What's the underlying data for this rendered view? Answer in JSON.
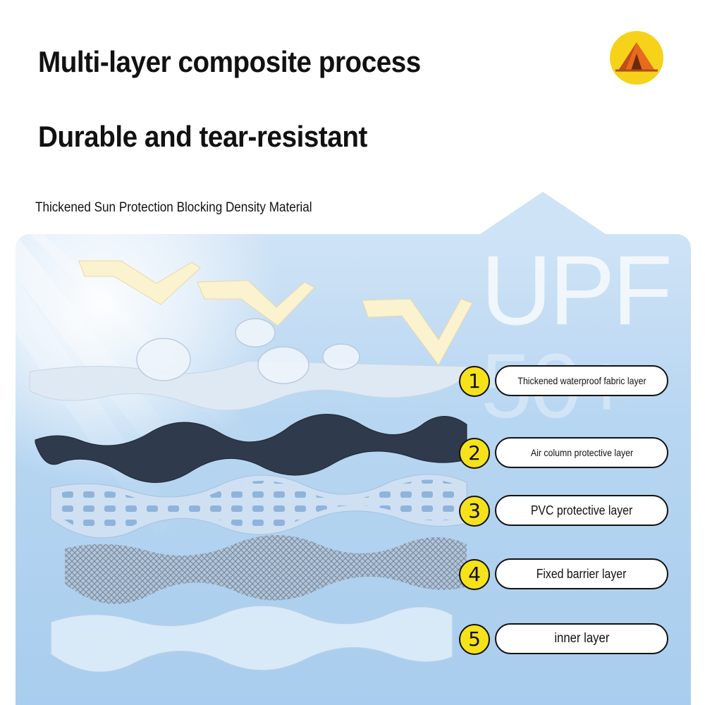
{
  "headline": "Multi-layer composite process",
  "subheadline": "Durable and tear-resistant",
  "material_note": "Thickened Sun Protection Blocking Density Material",
  "badge": {
    "line1": "UPF",
    "line2": "50+"
  },
  "logo": {
    "icon": "tent-icon",
    "color": "#f7d21a"
  },
  "layers": [
    {
      "number": "1",
      "label": "Thickened waterproof fabric layer"
    },
    {
      "number": "2",
      "label": "Air column protective layer"
    },
    {
      "number": "3",
      "label": "PVC protective layer"
    },
    {
      "number": "4",
      "label": "Fixed barrier layer"
    },
    {
      "number": "5",
      "label": "inner layer"
    }
  ],
  "colors": {
    "accent_yellow": "#f6e21a",
    "panel_blue": "#b7d6f1",
    "dark_layer": "#2f3a4c"
  }
}
